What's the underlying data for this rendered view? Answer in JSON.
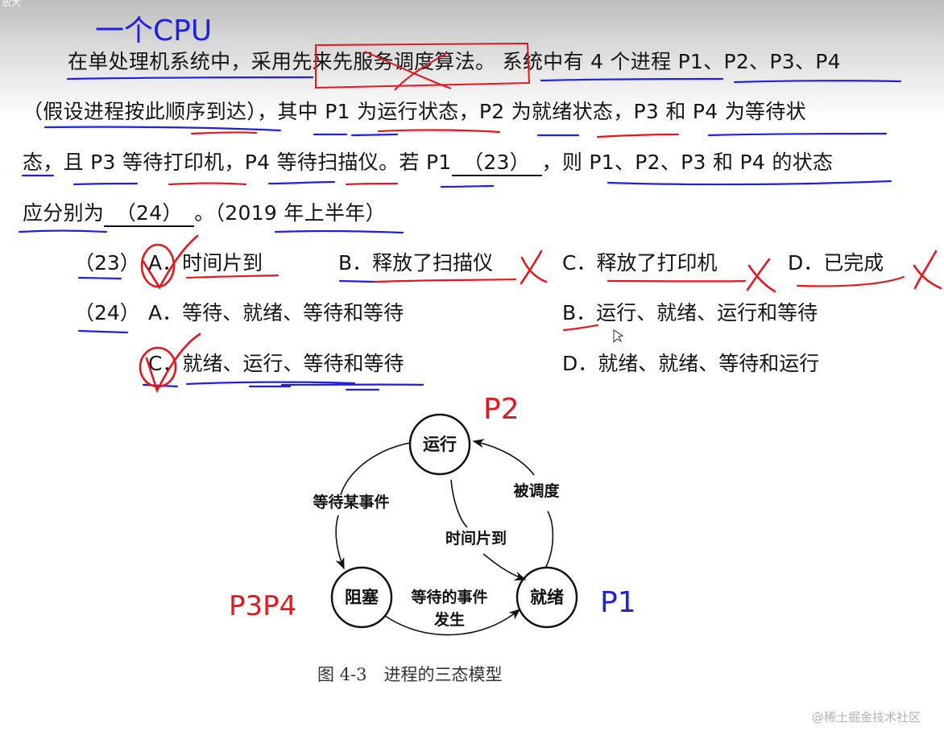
{
  "top_label": "放大",
  "annotation_top": "一个CPU",
  "question": {
    "line1_a": "在单处理机系统中，采用",
    "line1_box": "先来先服务调度算法。",
    "line1_b": "系统中有 4 个进程 P1、P2、P3、P4",
    "line2": "（假设进程按此顺序到达），其中 P1 为运行状态，P2 为就绪状态，P3 和 P4 为等待状",
    "line3_a": "态，且 P3 等待打印机，P4 等待扫描仪。若 P1",
    "blank23": "（23）",
    "line3_b": "，则 P1、P2、P3 和 P4 的状态",
    "line4_a": "应分别为",
    "blank24": "（24）",
    "line4_b": "。（2019 年上半年）"
  },
  "q23": {
    "number": "（23）",
    "options": [
      {
        "letter": "A．",
        "text": "时间片到",
        "mark": "correct"
      },
      {
        "letter": "B．",
        "text": "释放了扫描仪",
        "mark": "wrong"
      },
      {
        "letter": "C．",
        "text": "释放了打印机",
        "mark": "wrong"
      },
      {
        "letter": "D．",
        "text": "已完成",
        "mark": "wrong"
      }
    ]
  },
  "q24": {
    "number": "（24）",
    "options": [
      {
        "letter": "A．",
        "text": "等待、就绪、等待和等待"
      },
      {
        "letter": "B．",
        "text": "运行、就绪、运行和等待"
      },
      {
        "letter": "C．",
        "text": "就绪、运行、等待和等待",
        "mark": "correct"
      },
      {
        "letter": "D．",
        "text": "就绪、就绪、等待和运行"
      }
    ]
  },
  "diagram": {
    "nodes": {
      "running": "运行",
      "blocked": "阻塞",
      "ready": "就绪"
    },
    "edges": {
      "wait_event": "等待某事件",
      "scheduled": "被调度",
      "time_slice": "时间片到",
      "event_occurs_1": "等待的事件",
      "event_occurs_2": "发生"
    },
    "caption": "图 4-3　进程的三态模型",
    "handwritten": {
      "running": "P2",
      "blocked": "P3P4",
      "ready": "P1"
    }
  },
  "watermark": "@稀土掘金技术社区",
  "colors": {
    "ink_blue": "#1e22d8",
    "ink_red": "#e0191f",
    "text": "#141414"
  }
}
